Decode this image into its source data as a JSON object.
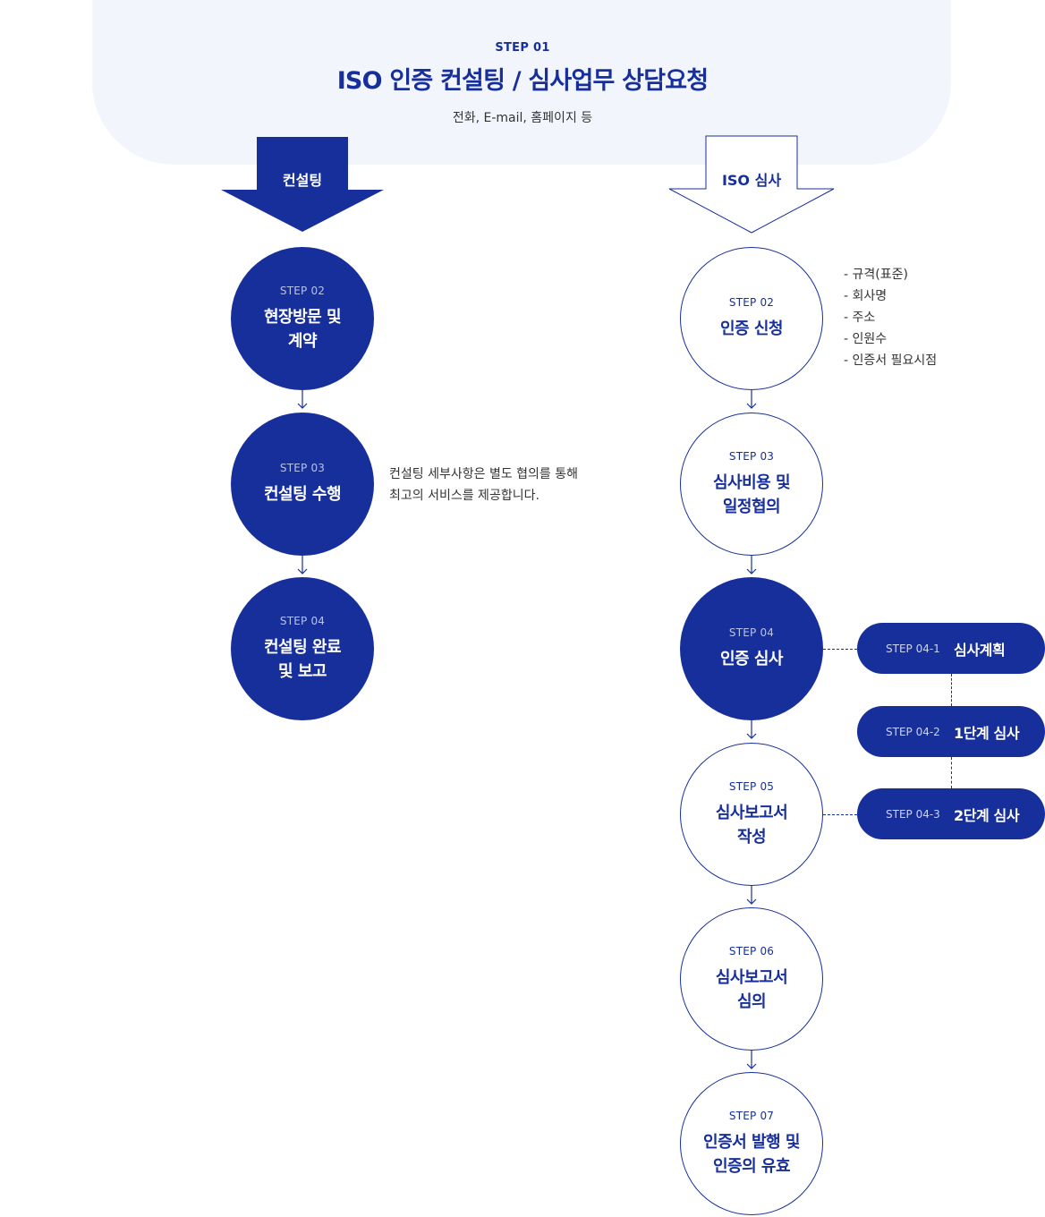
{
  "step01": {
    "step": "STEP 01",
    "title": "ISO 인증 컨설팅 / 심사업무 상담요청",
    "subtitle": "전화, E-mail, 홈페이지 등"
  },
  "consulting": {
    "label": "컨설팅",
    "steps": [
      {
        "step": "STEP 02",
        "title": "현장방문 및\n계약"
      },
      {
        "step": "STEP 03",
        "title": "컨설팅 수행"
      },
      {
        "step": "STEP 04",
        "title": "컨설팅 완료\n및 보고"
      }
    ],
    "note": "컨설팅 세부사항은 별도 협의를 통해\n최고의 서비스를 제공합니다."
  },
  "audit": {
    "label": "ISO 심사",
    "steps": [
      {
        "step": "STEP 02",
        "title": "인증 신청"
      },
      {
        "step": "STEP 03",
        "title": "심사비용 및\n일정협의"
      },
      {
        "step": "STEP 04",
        "title": "인증 심사"
      },
      {
        "step": "STEP 05",
        "title": "심사보고서\n작성"
      },
      {
        "step": "STEP 06",
        "title": "심사보고서\n심의"
      },
      {
        "step": "STEP 07",
        "title": "인증서 발행 및\n인증의 유효"
      }
    ],
    "requirements": [
      "- 규격(표준)",
      "- 회사명",
      "- 주소",
      "- 인원수",
      "- 인증서 필요시점"
    ],
    "substeps": [
      {
        "step": "STEP 04-1",
        "title": "심사계획"
      },
      {
        "step": "STEP 04-2",
        "title": "1단계 심사"
      },
      {
        "step": "STEP 04-3",
        "title": "2단계 심사"
      }
    ]
  },
  "colors": {
    "primary": "#172f9b",
    "banner_bg": "#f3f5fc"
  }
}
